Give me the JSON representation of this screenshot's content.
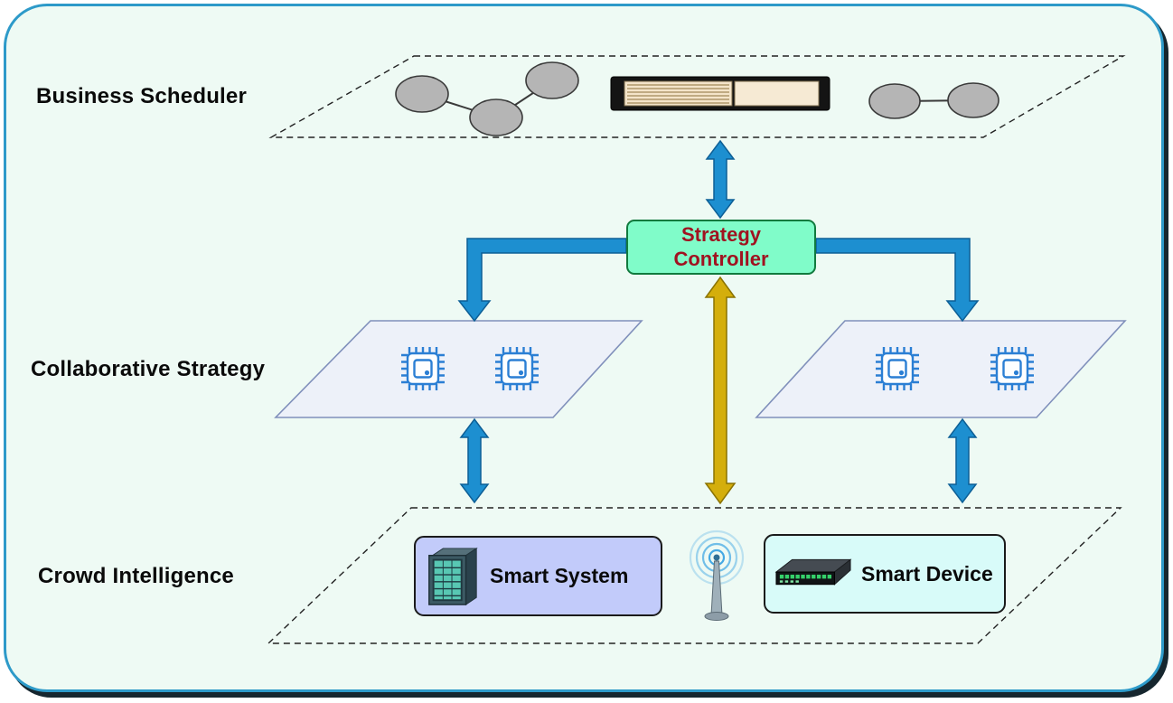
{
  "layers": {
    "business_scheduler": {
      "label": "Business Scheduler"
    },
    "collaborative_strategy": {
      "label": "Collaborative Strategy"
    },
    "crowd_intelligence": {
      "label": "Crowd Intelligence"
    }
  },
  "controller": {
    "line1": "Strategy",
    "line2": "Controller"
  },
  "crowd_nodes": {
    "smart_system": {
      "label": "Smart System"
    },
    "smart_device": {
      "label": "Smart Device"
    }
  },
  "icons": {
    "task_graph": "task-graph-icon",
    "server_rack": "server-rack-icon",
    "cpu_chip": "cpu-chip-icon",
    "server_cabinet": "server-cabinet-icon",
    "network_switch": "network-switch-icon",
    "antenna": "wireless-antenna-icon"
  },
  "colors": {
    "frame_border": "#2d9ac9",
    "frame_background": "#eefaf4",
    "frame_shadow": "#16262e",
    "arrow_blue": "#1d8fd0",
    "arrow_blue_outline": "#0d5f96",
    "arrow_gold": "#d4ae0c",
    "arrow_gold_outline": "#8a7200",
    "controller_fill": "#80fcc9",
    "controller_border": "#117a3e",
    "controller_text": "#a01220",
    "smart_system_fill": "#c2cbfa",
    "smart_device_fill": "#d8fbf9",
    "chip_blue": "#2b7fd4",
    "graph_node_gray": "#b5b5b5"
  }
}
